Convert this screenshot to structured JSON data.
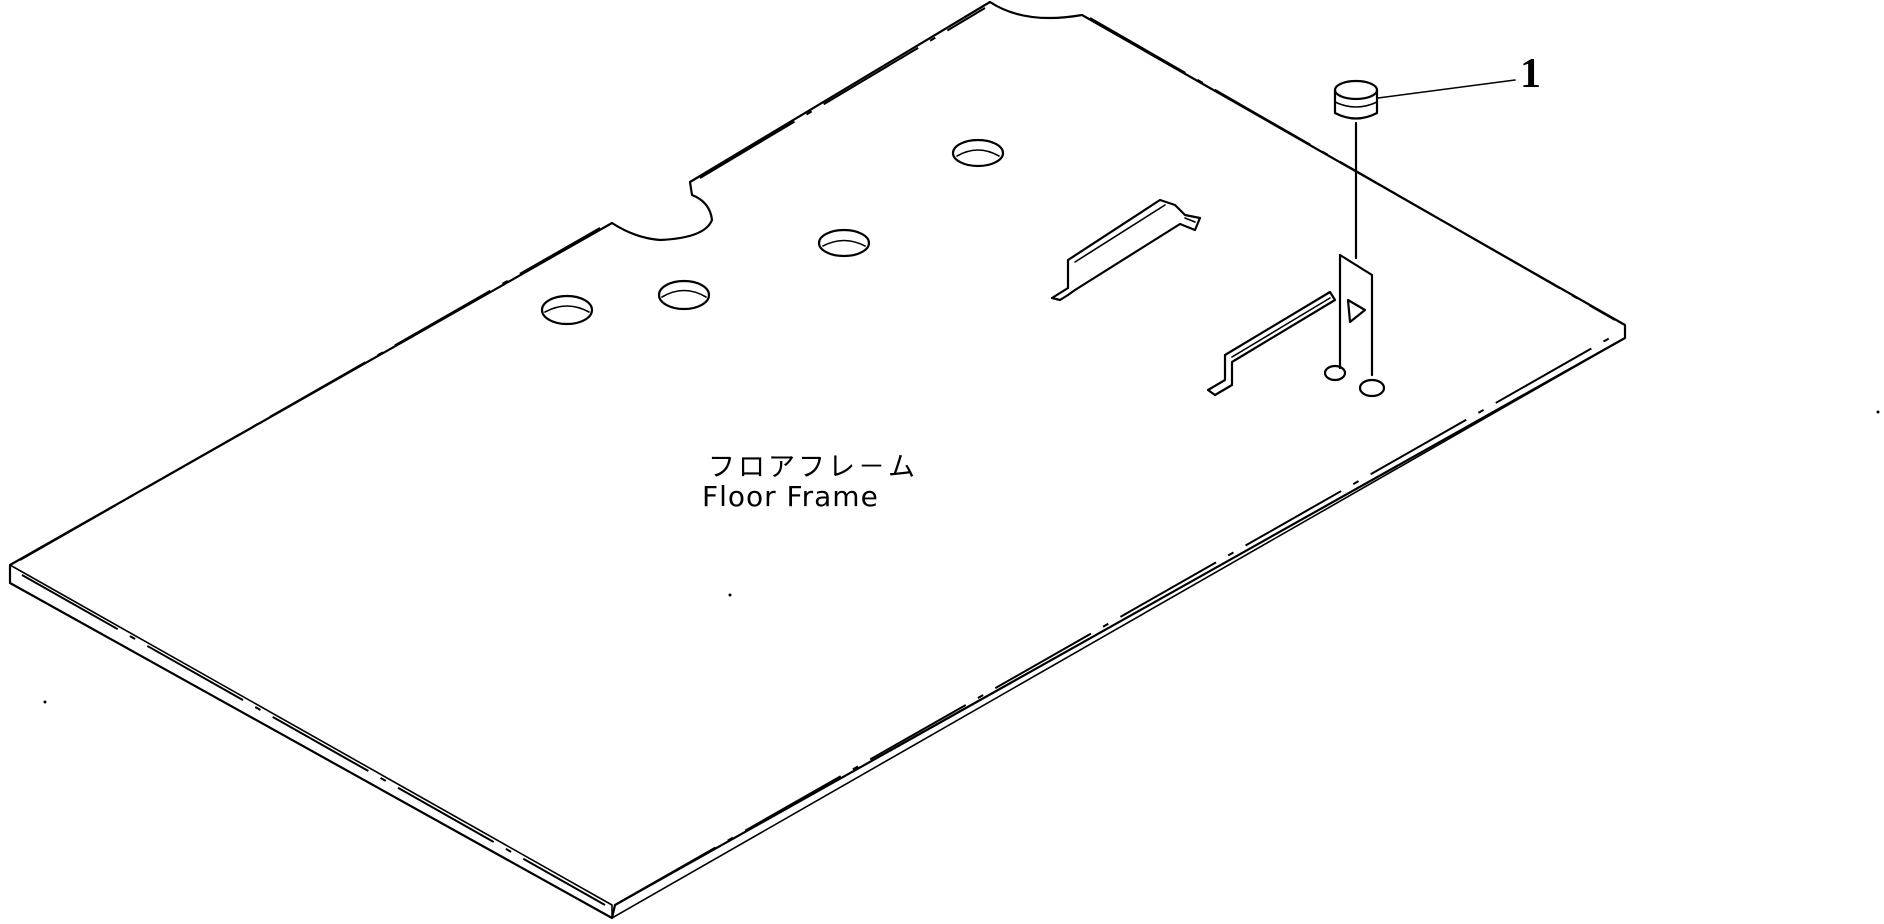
{
  "diagram": {
    "part_label_jp": "フロアフレ－ム",
    "part_label_en": "Floor Frame",
    "callouts": [
      {
        "number": "1"
      }
    ]
  }
}
